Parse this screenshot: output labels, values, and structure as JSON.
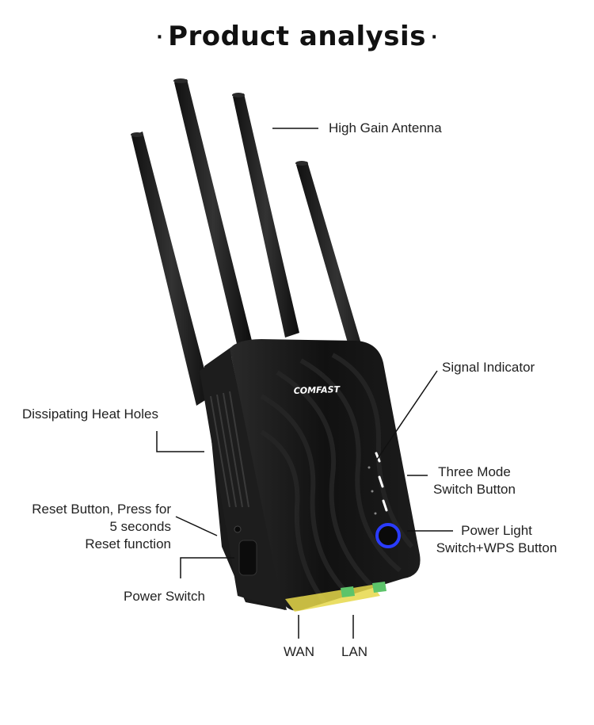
{
  "title": "Product analysis",
  "brand": "COMFAST",
  "labels": {
    "antenna": "High Gain Antenna",
    "signal": "Signal Indicator",
    "heat": "Dissipating Heat Holes",
    "mode_1": "Three Mode",
    "mode_2": "Switch Button",
    "reset_1": "Reset Button, Press for",
    "reset_2": "5 seconds",
    "reset_3": "Reset function",
    "power_light_1": "Power Light",
    "power_light_2": "Switch+WPS Button",
    "power_switch": "Power Switch",
    "wan": "WAN",
    "lan": "LAN"
  },
  "colors": {
    "device": "#141414",
    "led_ring": "#2a3cff",
    "ports": "#e6d84a"
  }
}
